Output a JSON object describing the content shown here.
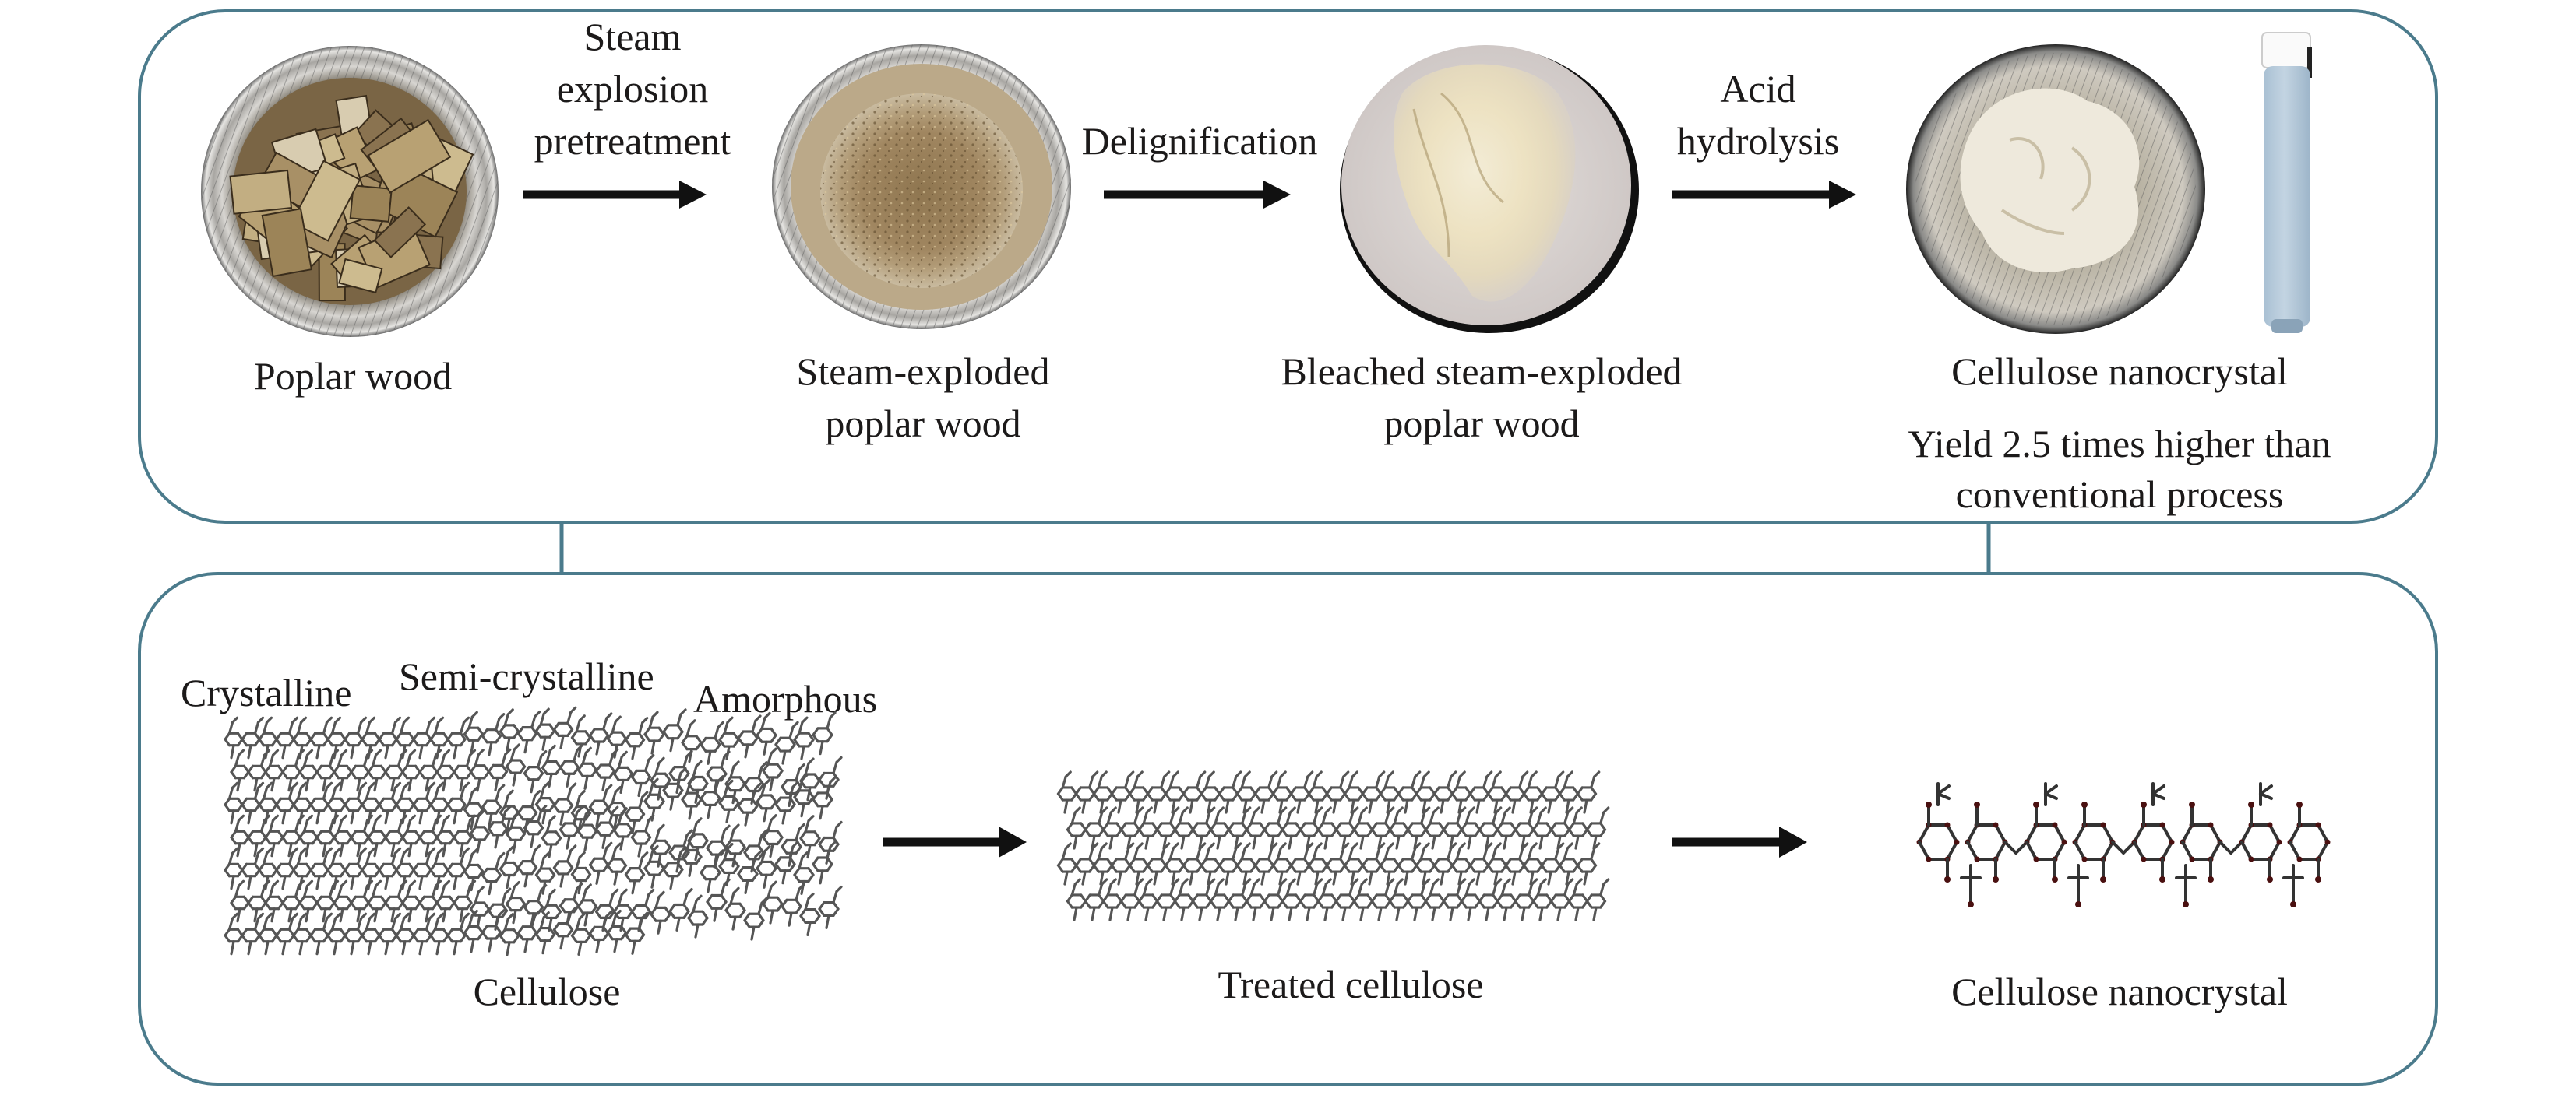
{
  "figure": {
    "type": "process-flow-diagram",
    "panel_color": "#4b7b8c",
    "top_panel": {
      "stages": [
        {
          "id": "poplar",
          "label_lines": [
            "Poplar wood"
          ],
          "image": "poplar-wood-chips-in-foil-tray"
        },
        {
          "id": "steam_exploded",
          "label_lines": [
            "Steam-exploded",
            "poplar wood"
          ],
          "image": "brown-powder-in-foil-tray"
        },
        {
          "id": "bleached",
          "label_lines": [
            "Bleached steam-exploded",
            "poplar wood"
          ],
          "image": "white-pulp-on-dish"
        },
        {
          "id": "cnc",
          "label_lines": [
            "Cellulose nanocrystal"
          ],
          "image": "white-cnc-in-foil-tray-and-vial"
        }
      ],
      "steps": [
        {
          "id": "step1",
          "label_lines": [
            "Steam",
            "explosion",
            "pretreatment"
          ]
        },
        {
          "id": "step2",
          "label_lines": [
            "Delignification"
          ]
        },
        {
          "id": "step3",
          "label_lines": [
            "Acid",
            "hydrolysis"
          ]
        }
      ],
      "note_lines": [
        "Yield 2.5 times higher than",
        "conventional process"
      ]
    },
    "bottom_panel": {
      "region_labels": [
        "Crystalline",
        "Semi-crystalline",
        "Amorphous"
      ],
      "stages": [
        {
          "id": "cellulose",
          "label": "Cellulose"
        },
        {
          "id": "treated",
          "label": "Treated cellulose"
        },
        {
          "id": "nanocrystal",
          "label": "Cellulose nanocrystal"
        }
      ]
    }
  }
}
